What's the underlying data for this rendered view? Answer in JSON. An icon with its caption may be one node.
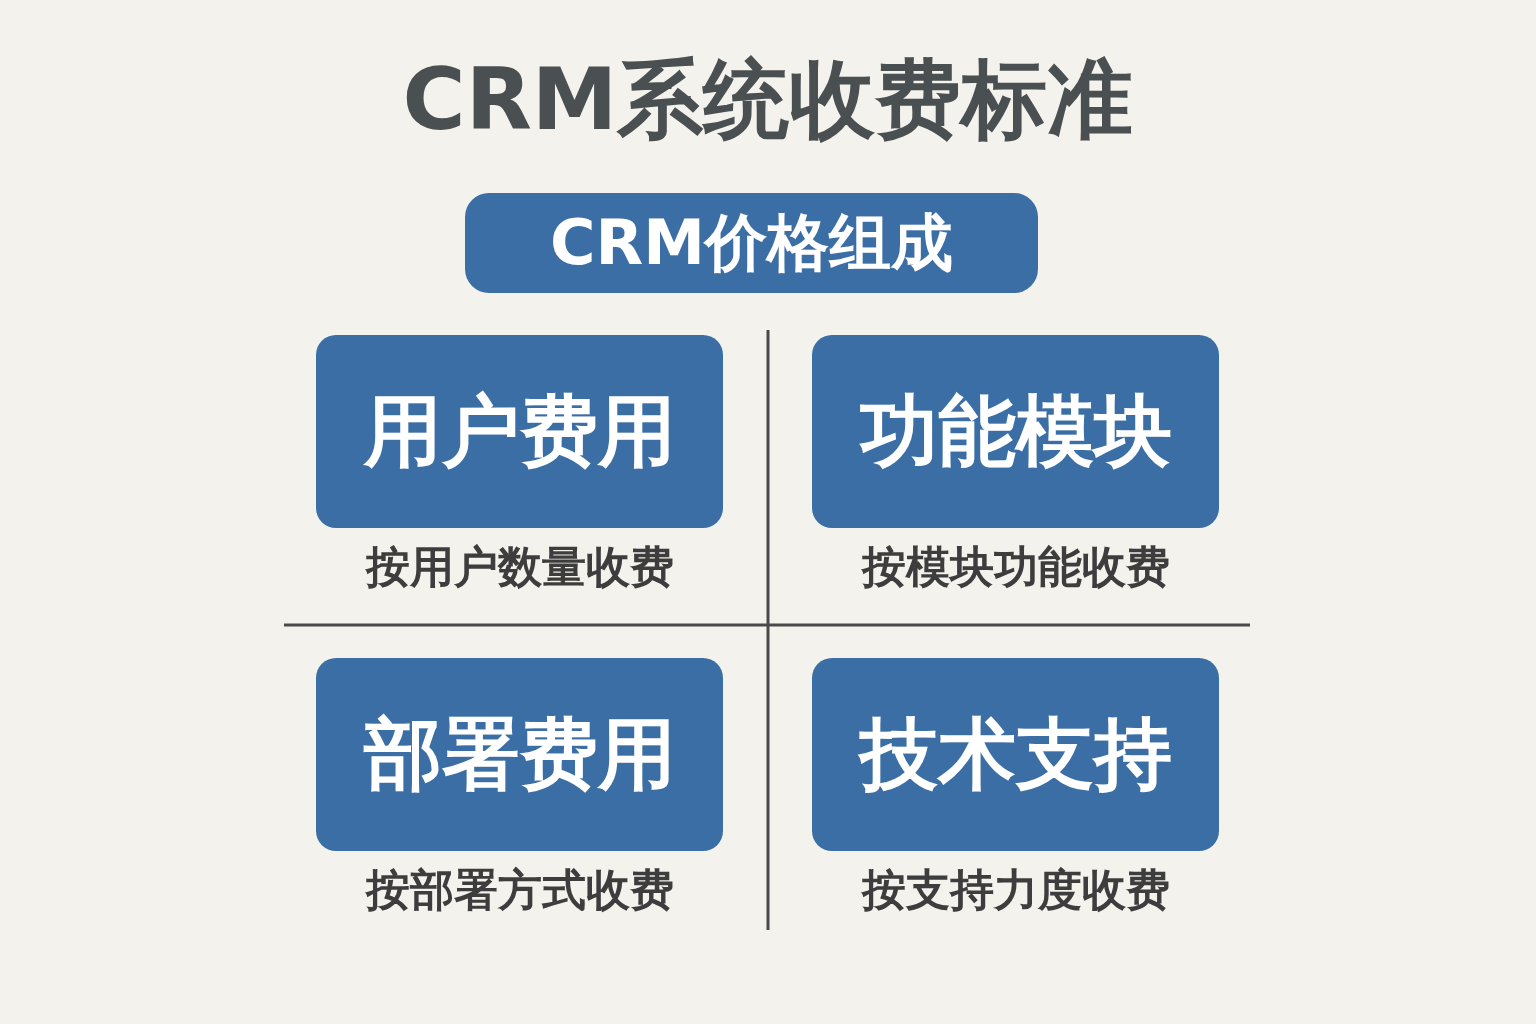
{
  "diagram": {
    "title": "CRM系统收费标准",
    "nodes": [
      {
        "text": [
          "CRM价格组成"
        ]
      },
      {
        "text": [
          "用户费用"
        ],
        "beside": [
          "按用户数量收费"
        ]
      },
      {
        "text": [
          "功能模块"
        ],
        "beside": [
          "按模块功能收费"
        ]
      },
      {
        "text": [
          "部署费用"
        ],
        "beside": [
          "按部署方式收费"
        ]
      },
      {
        "text": [
          "技术支持"
        ],
        "beside": [
          "按支持力度收费"
        ]
      }
    ]
  }
}
